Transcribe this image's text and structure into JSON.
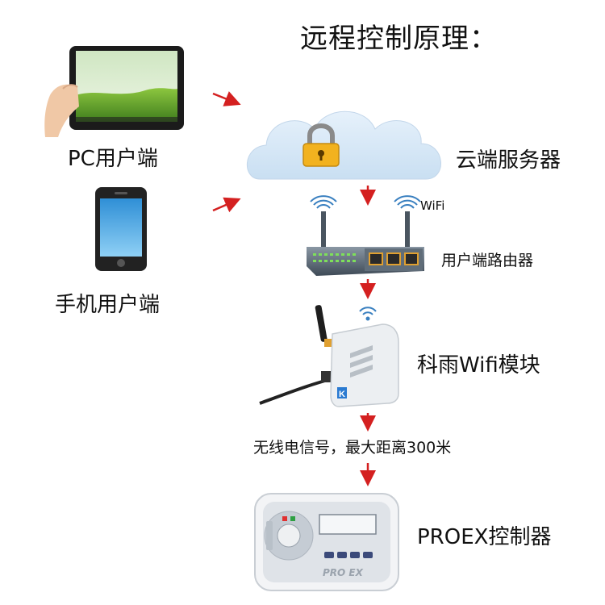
{
  "title": "远程控制原理：",
  "labels": {
    "pc": "PC用户端",
    "phone": "手机用户端",
    "cloud": "云端服务器",
    "wifi": "WiFi",
    "router": "用户端路由器",
    "module": "科雨Wifi模块",
    "signal": "无线电信号，最大距离300米",
    "controller": "PROEX控制器",
    "controller_badge": "PRO EX"
  },
  "colors": {
    "arrow": "#d42020",
    "cloud": "#d9e9f7",
    "grass": "#6fa82c",
    "phone_screen": "#4aa8e0",
    "router_body": "#5c6b7a",
    "module_body": "#e9ecef",
    "controller_body": "#dfe3e8"
  }
}
